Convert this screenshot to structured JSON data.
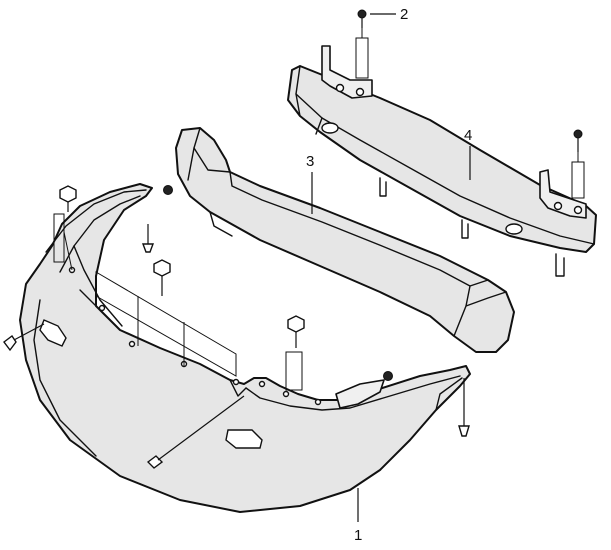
{
  "callouts": {
    "label_1": "1",
    "label_2": "2",
    "label_3": "3",
    "label_4": "4"
  },
  "colors": {
    "line": "#111111",
    "part_fill": "#e6e6e6",
    "background": "#ffffff"
  }
}
